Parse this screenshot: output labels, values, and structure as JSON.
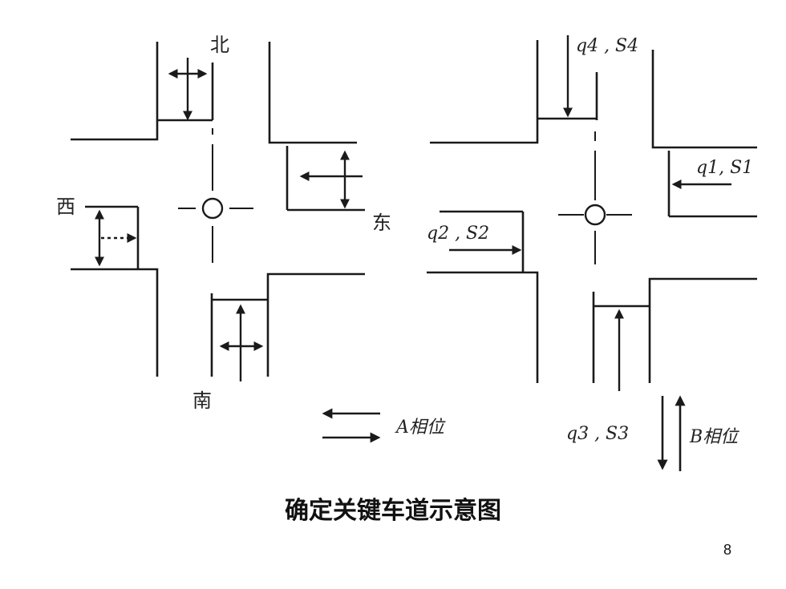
{
  "left_intersection": {
    "north": "北",
    "south": "南",
    "west": "西",
    "east": "东"
  },
  "right_intersection": {
    "approach_4": "q4 , S4",
    "approach_1": "q1, S1",
    "approach_2": "q2 , S2",
    "approach_3": "q3 , S3"
  },
  "legend": {
    "phase_a": "A相位",
    "phase_b": "B相位"
  },
  "caption": "确定关键车道示意图",
  "page_number": "8",
  "colors": {
    "line": "#1a1a1a",
    "background": "#ffffff"
  }
}
